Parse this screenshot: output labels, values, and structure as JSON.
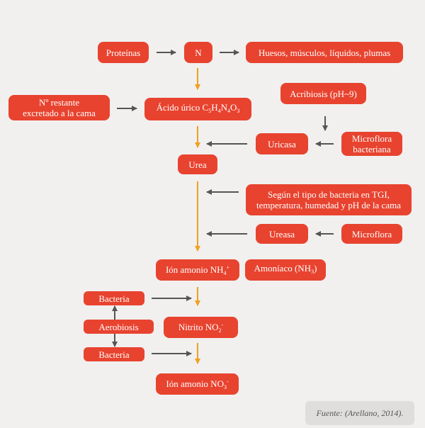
{
  "nodes": {
    "proteinas": "Proteínas",
    "n": "N",
    "huesos": "Huesos, músculos, líquidos, plumas",
    "restante": "Nº restante\nexcretado a la cama",
    "acido_urico": {
      "text": "Ácido úrico C",
      "s1": "5",
      "t1": "H",
      "s2": "4",
      "t2": "N",
      "s3": "4",
      "t3": "O",
      "s4": "3"
    },
    "acribiosis": "Acribiosis (pH~9)",
    "uricasa": "Uricasa",
    "microflora_bacteriana": "Microflora\nbacteriana",
    "urea": "Urea",
    "segun": "Según el tipo de bacteria en TGI,\ntemperatura, humedad y pH de la cama",
    "ureasa": "Ureasa",
    "microflora": "Microflora",
    "ion_amonio_nh4": {
      "text": "Ión amonio NH",
      "s": "4",
      "p": "+"
    },
    "amoniaco": {
      "text": "Amoníaco (NH",
      "s": "3",
      "end": ")"
    },
    "bacteria_top": "Bacteria",
    "aerobiosis": "Aerobiosis",
    "bacteria_bottom": "Bacteria",
    "nitrito": {
      "text": "Nitrito NO",
      "s": "2",
      "p": "-"
    },
    "ion_amonio_no3": {
      "text": "Ión amonio NO",
      "s": "3",
      "p": "-"
    }
  },
  "source": "Fuente: (Arellano, 2014).",
  "colors": {
    "node": "#e8432f",
    "main_arrow": "#f0a020",
    "side_arrow": "#555555",
    "background": "#f1f0ef"
  }
}
